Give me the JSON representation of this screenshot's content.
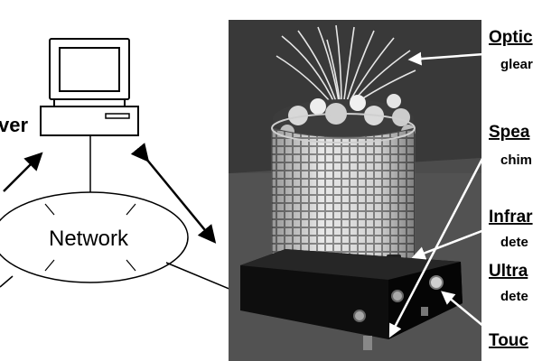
{
  "diagram": {
    "server_label": "ver",
    "network_label": "Network"
  },
  "photo": {
    "callouts": [
      {
        "title": "Optic",
        "detail": "glear"
      },
      {
        "title": "Spea",
        "detail": "chim"
      },
      {
        "title": "Infrar",
        "detail": "dete"
      },
      {
        "title": "Ultra",
        "detail": "dete"
      },
      {
        "title": "Touc",
        "detail": ""
      }
    ]
  },
  "colors": {
    "photo_background": "#4a4a4a",
    "ink": "#000000",
    "arrow_light": "#ffffff"
  }
}
